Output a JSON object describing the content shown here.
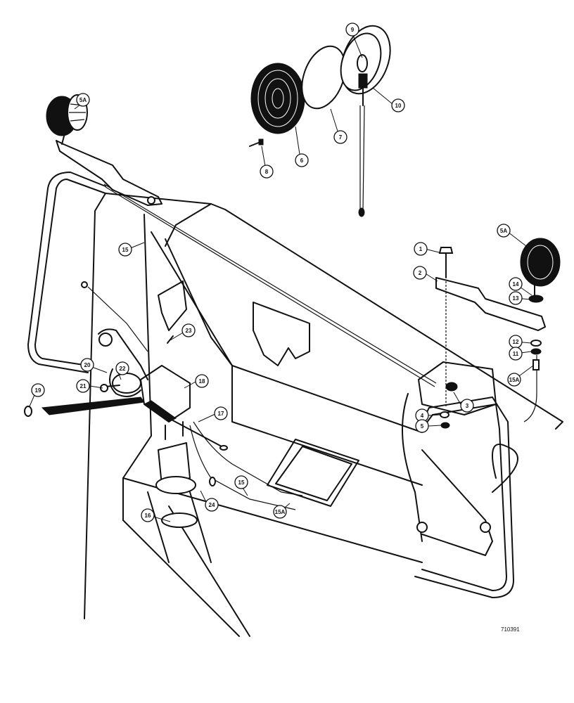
{
  "figure_id": "710391",
  "callouts": {
    "c1": "1",
    "c2": "2",
    "c3": "3",
    "c4": "4",
    "c5": "5",
    "c5a_left": "5A",
    "c5a_right": "5A",
    "c6": "6",
    "c7": "7",
    "c8": "8",
    "c9": "9",
    "c10": "10",
    "c11": "11",
    "c12": "12",
    "c13": "13",
    "c14": "14",
    "c15_upper": "15",
    "c15_lower": "15",
    "c15a_right": "15A",
    "c15a_lower": "15A",
    "c16": "16",
    "c17": "17",
    "c18": "18",
    "c19": "19",
    "c20": "20",
    "c21": "21",
    "c22": "22",
    "c23": "23",
    "c24": "24"
  }
}
